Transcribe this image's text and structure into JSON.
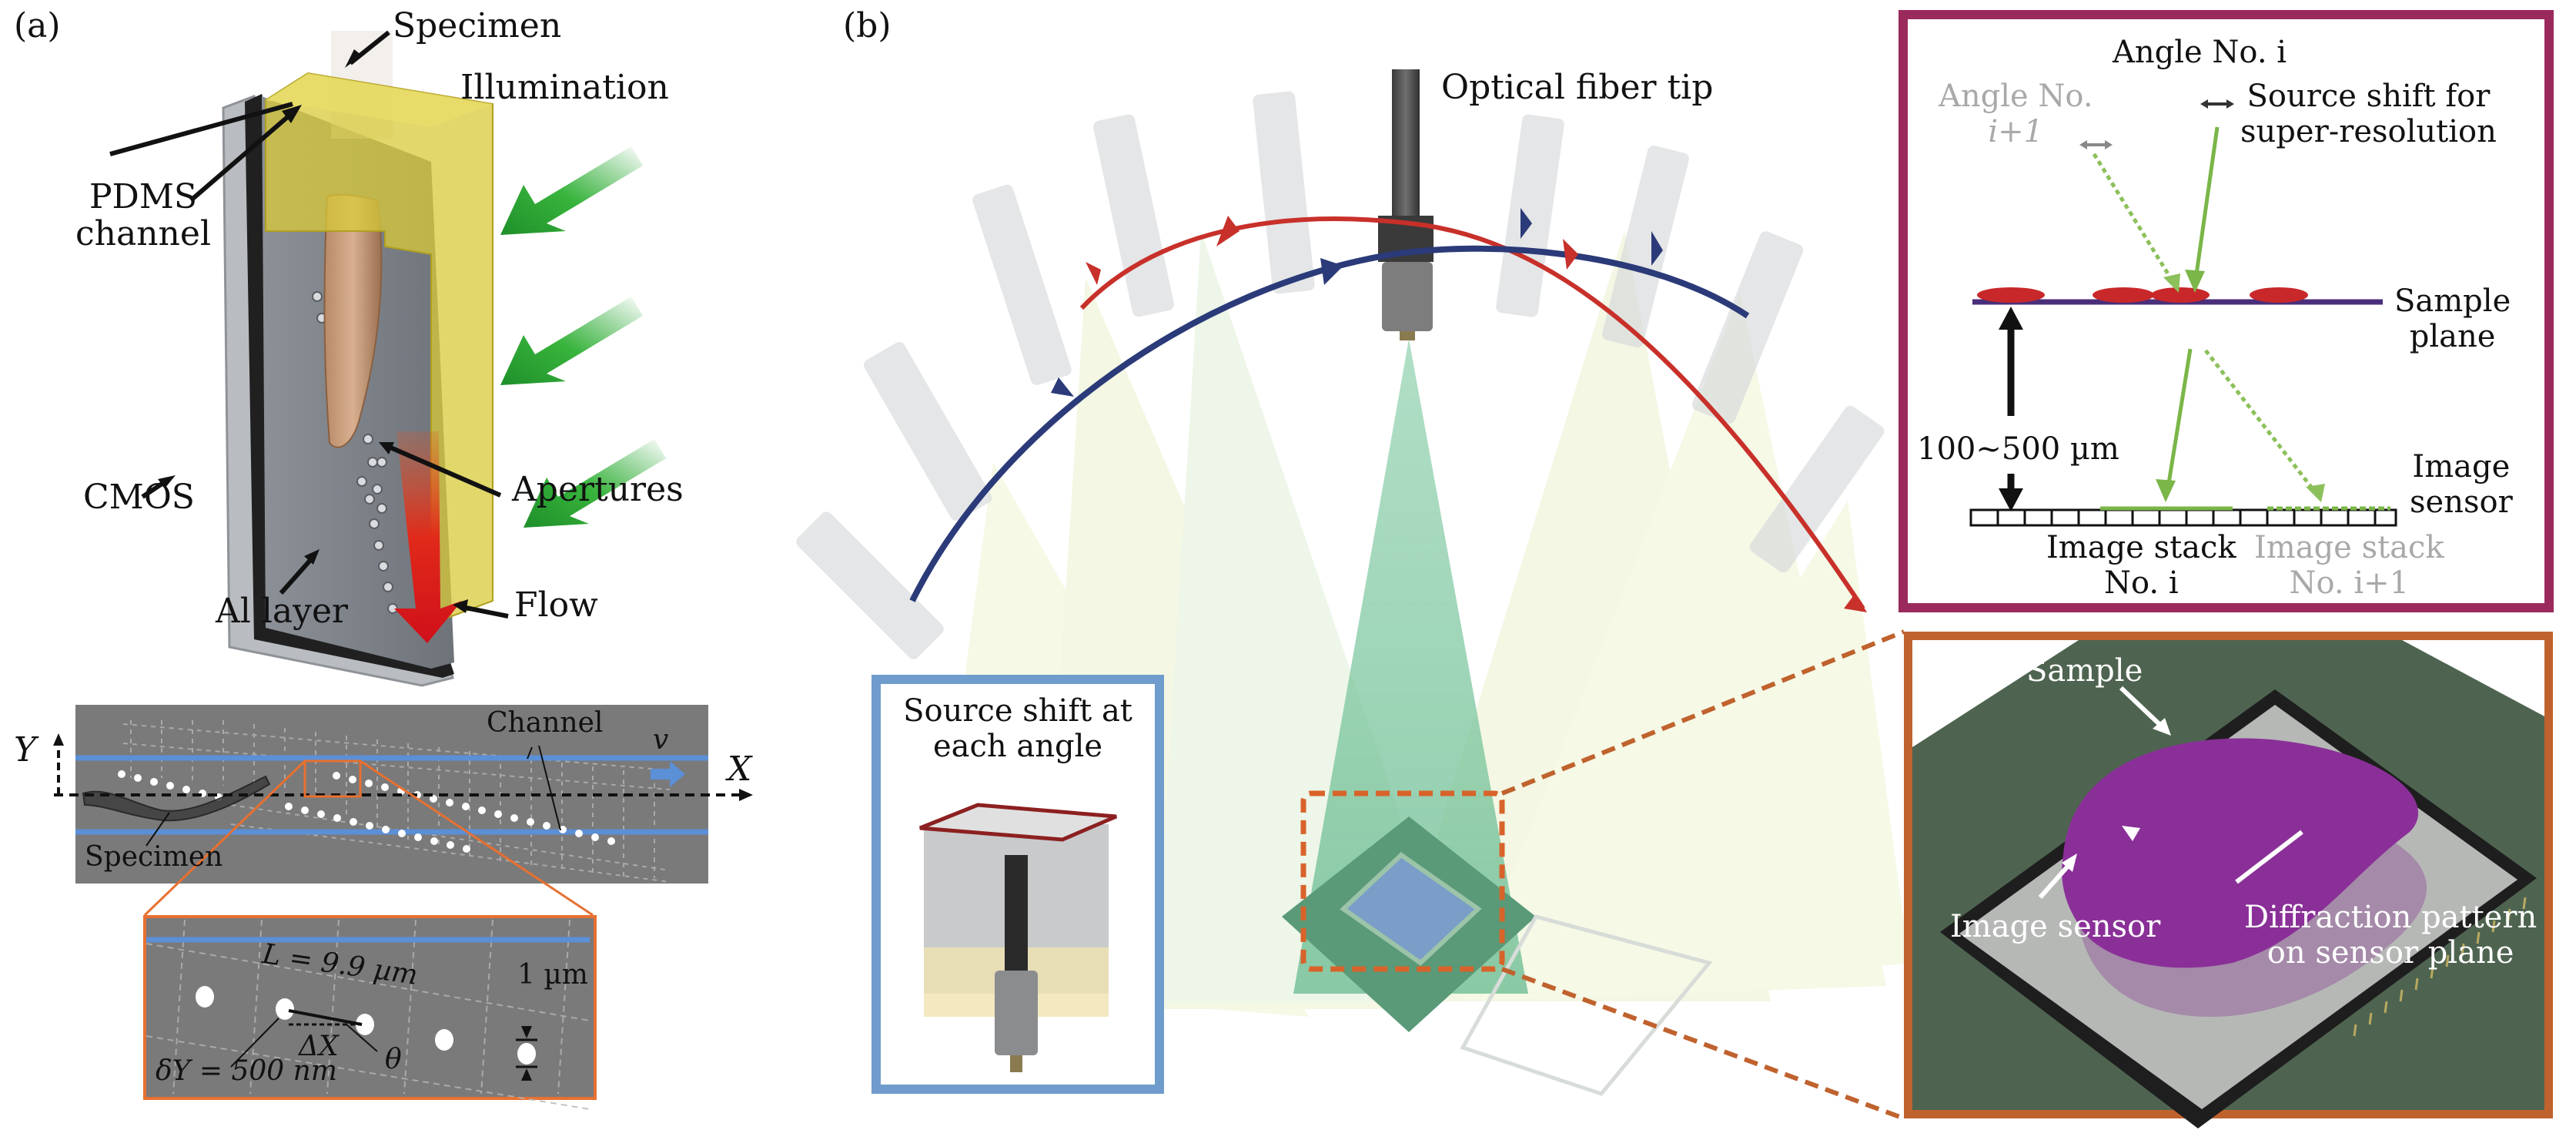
{
  "panel_labels": {
    "a": "(a)",
    "b": "(b)"
  },
  "panel_a": {
    "device_labels": {
      "specimen": "Specimen",
      "illumination": "Illumination",
      "pdms_line1": "PDMS",
      "pdms_line2": "channel",
      "cmos": "CMOS",
      "apertures": "Apertures",
      "al_layer": "Al layer",
      "flow": "Flow"
    },
    "channel_view": {
      "axis_y": "Y",
      "axis_x": "X",
      "velocity": "v",
      "channel": "Channel",
      "specimen": "Specimen"
    },
    "inset": {
      "length": "L = 9.9 µm",
      "aperture_size": "1 µm",
      "delta_x": "ΔX",
      "theta": "θ",
      "delta_y": "δY = 500 nm"
    }
  },
  "panel_b": {
    "fiber_label": "Optical fiber tip",
    "source_shift_box": {
      "line1": "Source shift at",
      "line2": "each angle"
    },
    "principle_box": {
      "angle_i": "Angle No. i",
      "angle_i1_line1": "Angle No.",
      "angle_i1_line2": "i+1",
      "source_shift_line1": "Source shift for",
      "source_shift_line2": "super-resolution",
      "sample_plane_line1": "Sample",
      "sample_plane_line2": "plane",
      "distance": "100~500 µm",
      "image_sensor_line1": "Image",
      "image_sensor_line2": "sensor",
      "stack_i_line1": "Image stack",
      "stack_i_line2": "No. i",
      "stack_i1_line1": "Image stack",
      "stack_i1_line2": "No. i+1"
    },
    "sensor_box": {
      "sample": "Sample",
      "image_sensor": "Image sensor",
      "diffraction_line1": "Diffraction pattern",
      "diffraction_line2": "on sensor plane"
    }
  },
  "colors": {
    "magenta_frame": "#9b2a5c",
    "brown_frame": "#c0622e",
    "blue_frame": "#6f9ccc",
    "orange_zoom": "#e87030",
    "red_arc": "#c8302a",
    "navy_arc": "#2b3a78",
    "green_light": "#7ab648",
    "pdms_yellow": "#d8c93a",
    "sample_purple": "#8a2f98"
  }
}
